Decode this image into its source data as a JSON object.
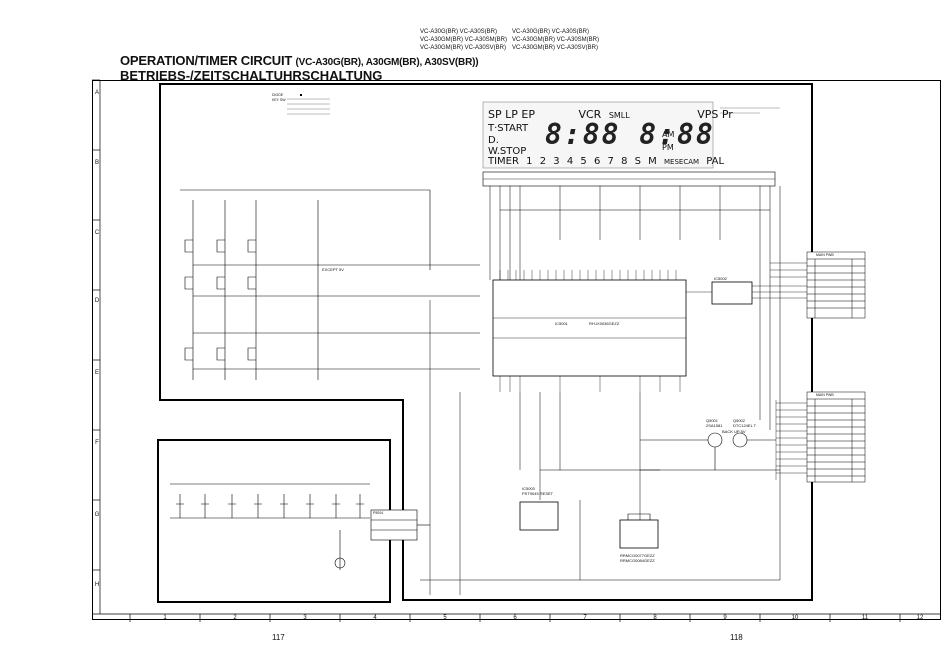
{
  "header": {
    "models_left": [
      "VC-A30G(BR) VC-A30S(BR)",
      "VC-A30GM(BR) VC-A30SM(BR)",
      "VC-A30GM(BR) VC-A30SV(BR)"
    ],
    "models_right": [
      "VC-A30G(BR) VC-A30S(BR)",
      "VC-A30GM(BR) VC-A30SM(BR)",
      "VC-A30GM(BR) VC-A30SV(BR)"
    ],
    "title_main": "OPERATION/TIMER CIRCUIT",
    "title_models": "(VC-A30G(BR), A30GM(BR), A30SV(BR))",
    "title_german": "BETRIEBS-/ZEITSCHALTUHRSCHALTUNG"
  },
  "grid": {
    "rows": [
      "A",
      "B",
      "C",
      "D",
      "E",
      "F",
      "G",
      "H"
    ],
    "columns": [
      "1",
      "2",
      "3",
      "4",
      "5",
      "6",
      "7",
      "8",
      "9",
      "10",
      "11",
      "12"
    ]
  },
  "pages": {
    "left": "117",
    "right": "118"
  },
  "display": {
    "row1": [
      "SP LP EP",
      "VCR",
      "SMLL",
      "VPS Pr"
    ],
    "row2": [
      "T·START",
      "AM"
    ],
    "row3": [
      "D.",
      "PM"
    ],
    "row4": [
      "W.STOP"
    ],
    "row5": [
      "TIMER 1",
      "2",
      "3",
      "4",
      "5",
      "6",
      "7",
      "8",
      "S",
      "M",
      "MESECAM",
      "PAL"
    ],
    "digits": "8:88 8:88"
  },
  "labels": {
    "ic1": "IC5001",
    "ic1_part": "RH-iX0036GEZZ",
    "ic2": "IC5002",
    "ic3": "IC5003",
    "ic3_part": "PST9045 RESET",
    "q1": "Q5001",
    "q1_desc": "2SA1581",
    "q2": "Q5002",
    "q2_desc": "DTC124EL T",
    "q_note": "BACK UP 5V",
    "except": "EXCEPT 5V",
    "remote": "RRMCG0077GEZZ",
    "remote2": "RRMCG0084GEZZ",
    "table1_title": "MAIN PWB",
    "table2_title": "MAIN PWB",
    "conn": "P5004",
    "legend_diode": "DIODE",
    "legend_key": "KEY SW"
  },
  "colors": {
    "line": "#000000",
    "paper": "#ffffff"
  }
}
